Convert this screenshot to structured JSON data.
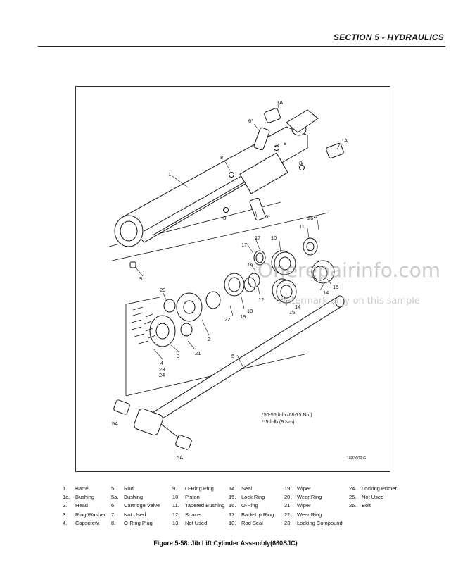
{
  "header": {
    "section_title": "SECTION 5 - HYDRAULICS"
  },
  "callouts": {
    "c1A_top": "1A",
    "c1A_right": "1A",
    "c6_top": "6*",
    "c8_a": "8",
    "c8_b": "8",
    "c8_c": "8",
    "c8_d": "8",
    "c1": "1",
    "c6_bot": "6*",
    "c26": "26**",
    "c11": "11",
    "c17_a": "17",
    "c17_b": "17",
    "c10": "10",
    "c9": "9",
    "c16": "16",
    "c15_a": "15",
    "c14_a": "14",
    "c20": "20",
    "c12": "12",
    "c18": "18",
    "c19": "19",
    "c22": "22",
    "c14_b": "14",
    "c15_b": "15",
    "c2": "2",
    "c3": "3",
    "c21": "21",
    "c4": "4",
    "c23": "23",
    "c24": "24",
    "c5": "5",
    "c5A_left": "5A",
    "c5A_bot": "5A"
  },
  "torque_notes": {
    "line1": "*50-55 ft-lb (68-75 Nm)",
    "line2": "**5 ft-lb (9 Nm)"
  },
  "drawing_number": "1683609 G",
  "watermark": {
    "line1": "Onerepairinfo.com",
    "line2": "Watermark only on this sample"
  },
  "parts_list": [
    [
      {
        "n": "1.",
        "t": "Barrel"
      },
      {
        "n": "1a.",
        "t": "Bushing"
      },
      {
        "n": "2.",
        "t": "Head"
      },
      {
        "n": "3.",
        "t": "Ring Washer"
      },
      {
        "n": "4.",
        "t": "Capscrew"
      }
    ],
    [
      {
        "n": "5.",
        "t": "Rod"
      },
      {
        "n": "5a.",
        "t": "Bushing"
      },
      {
        "n": "6.",
        "t": "Cartridge Valve"
      },
      {
        "n": "7.",
        "t": "Not Used"
      },
      {
        "n": "8.",
        "t": "O-Ring Plug"
      }
    ],
    [
      {
        "n": "9.",
        "t": "O-Ring Plug"
      },
      {
        "n": "10.",
        "t": "Piston"
      },
      {
        "n": "11.",
        "t": "Tapered Bushing"
      },
      {
        "n": "12.",
        "t": "Spacer"
      },
      {
        "n": "13.",
        "t": "Not Used"
      }
    ],
    [
      {
        "n": "14.",
        "t": "Seal"
      },
      {
        "n": "15.",
        "t": "Lock Ring"
      },
      {
        "n": "16.",
        "t": "O-Ring"
      },
      {
        "n": "17.",
        "t": "Back-Up Ring"
      },
      {
        "n": "18.",
        "t": "Rod Seal"
      }
    ],
    [
      {
        "n": "19.",
        "t": "Wiper"
      },
      {
        "n": "20.",
        "t": "Wear Ring"
      },
      {
        "n": "21.",
        "t": "Wiper"
      },
      {
        "n": "22.",
        "t": "Wear Ring"
      },
      {
        "n": "23.",
        "t": "Locking Compound"
      }
    ],
    [
      {
        "n": "24.",
        "t": "Locking Primer"
      },
      {
        "n": "25.",
        "t": "Not Used"
      },
      {
        "n": "26.",
        "t": "Bolt"
      }
    ]
  ],
  "caption": "Figure 5-58.  Jib Lift Cylinder Assembly(660SJC)"
}
